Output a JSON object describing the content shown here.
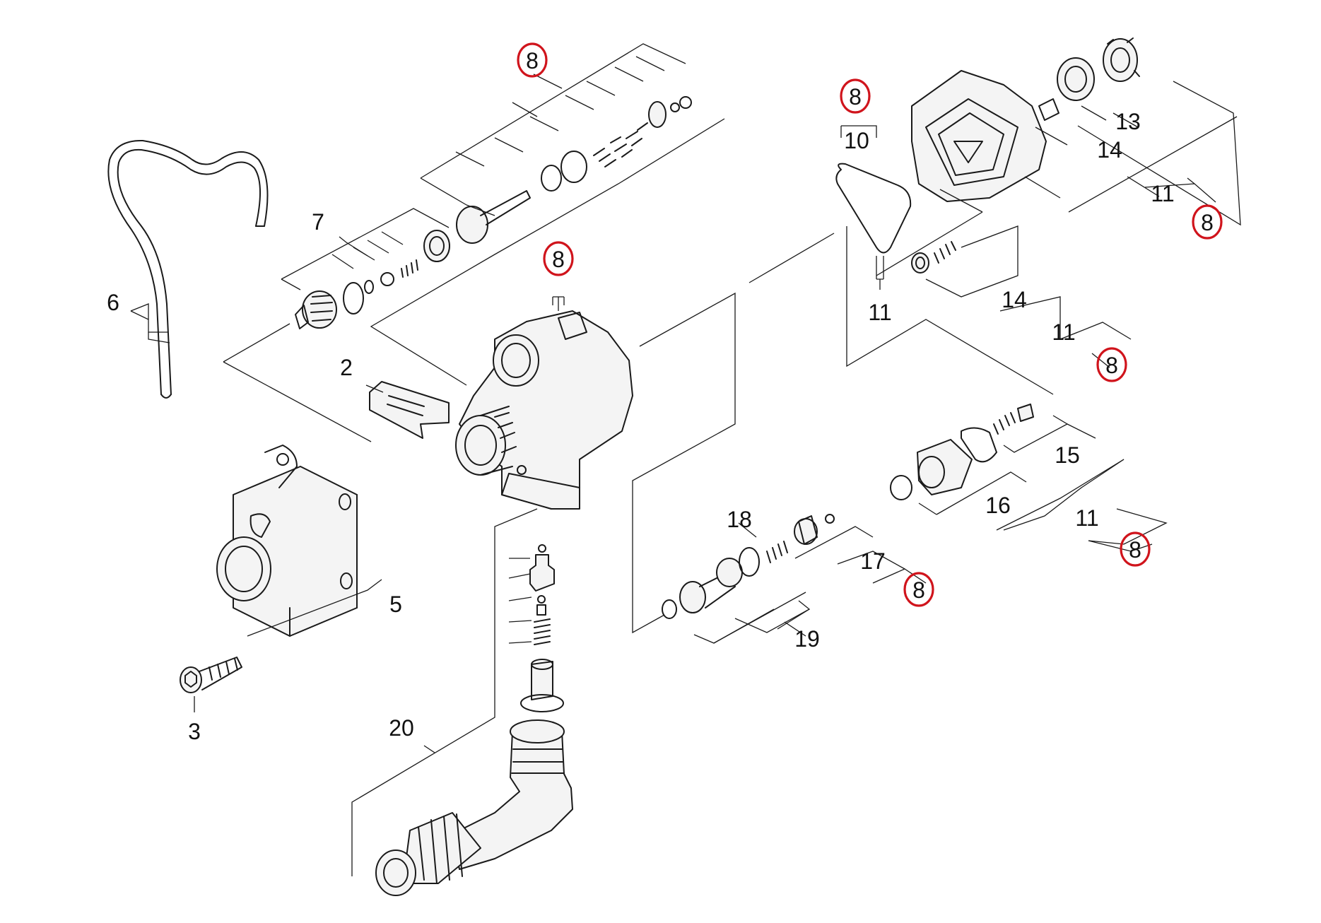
{
  "highlight_color": "#d0141c",
  "line_color": "#1a1a1a",
  "labels": {
    "l2": "2",
    "l3": "3",
    "l5": "5",
    "l6": "6",
    "l7": "7",
    "l10": "10",
    "l11a": "11",
    "l11b": "11",
    "l11c": "11",
    "l11d": "11",
    "l13": "13",
    "l14a": "14",
    "l14b": "14",
    "l15": "15",
    "l16": "16",
    "l17": "17",
    "l18": "18",
    "l19": "19",
    "l20": "20"
  },
  "highlighted_labels": {
    "h1": "8",
    "h2": "8",
    "h3": "8",
    "h4": "8",
    "h5": "8",
    "h6": "8",
    "h7": "8"
  }
}
